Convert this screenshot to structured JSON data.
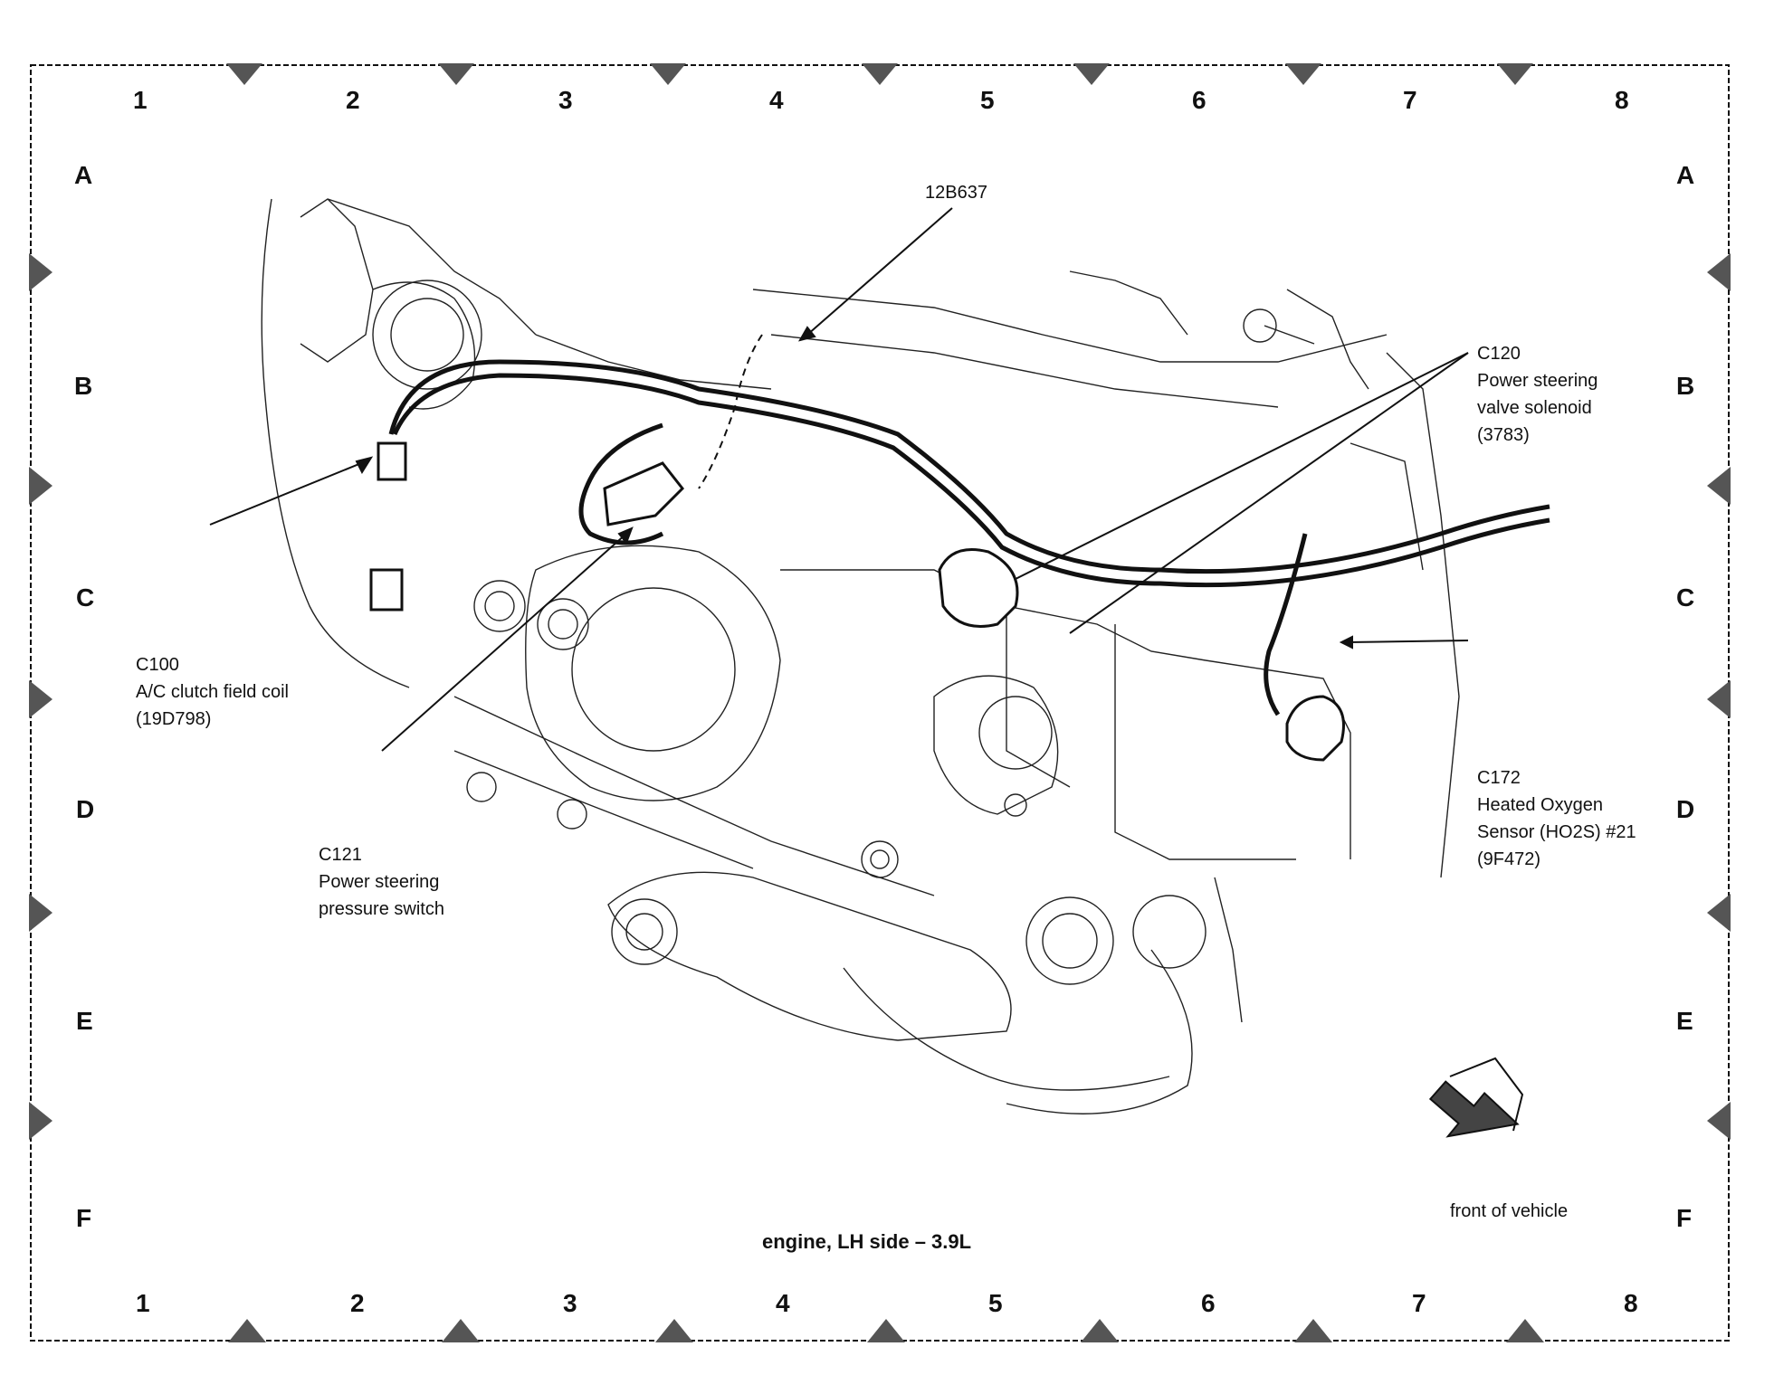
{
  "grid": {
    "columns": [
      "1",
      "2",
      "3",
      "4",
      "5",
      "6",
      "7",
      "8"
    ],
    "rows": [
      "A",
      "B",
      "C",
      "D",
      "E",
      "F"
    ]
  },
  "callouts": {
    "part_12b637": {
      "code": "12B637"
    },
    "c100": {
      "code": "C100",
      "line1": "A/C clutch field coil",
      "line2": "(19D798)"
    },
    "c121": {
      "code": "C121",
      "line1": "Power steering",
      "line2": "pressure switch"
    },
    "c120": {
      "code": "C120",
      "line1": "Power steering",
      "line2": "valve solenoid",
      "line3": "(3783)"
    },
    "c172": {
      "code": "C172",
      "line1": "Heated Oxygen",
      "line2": "Sensor (HO2S) #21",
      "line3": "(9F472)"
    }
  },
  "caption": "engine, LH side – 3.9L",
  "orientation": {
    "label": "front of vehicle",
    "icon": "arrow-icon"
  },
  "colors": {
    "ink": "#111111",
    "fill": "#555555",
    "paper": "#ffffff"
  }
}
